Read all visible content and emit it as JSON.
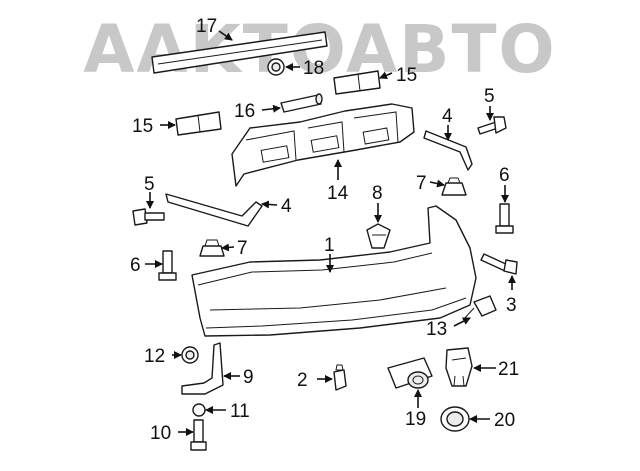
{
  "watermark": {
    "text": "AAKTOABTO",
    "color": "#c8c8c8"
  },
  "callouts": [
    {
      "id": "c17",
      "label": "17"
    },
    {
      "id": "c18",
      "label": "18"
    },
    {
      "id": "c15a",
      "label": "15"
    },
    {
      "id": "c16",
      "label": "16"
    },
    {
      "id": "c15b",
      "label": "15"
    },
    {
      "id": "c5a",
      "label": "5"
    },
    {
      "id": "c4a",
      "label": "4"
    },
    {
      "id": "c14",
      "label": "14"
    },
    {
      "id": "c5b",
      "label": "5"
    },
    {
      "id": "c4b",
      "label": "4"
    },
    {
      "id": "c8",
      "label": "8"
    },
    {
      "id": "c7a",
      "label": "7"
    },
    {
      "id": "c6a",
      "label": "6"
    },
    {
      "id": "c7b",
      "label": "7"
    },
    {
      "id": "c1",
      "label": "1"
    },
    {
      "id": "c6b",
      "label": "6"
    },
    {
      "id": "c3",
      "label": "3"
    },
    {
      "id": "c13",
      "label": "13"
    },
    {
      "id": "c12",
      "label": "12"
    },
    {
      "id": "c9",
      "label": "9"
    },
    {
      "id": "c2",
      "label": "2"
    },
    {
      "id": "c21",
      "label": "21"
    },
    {
      "id": "c11",
      "label": "11"
    },
    {
      "id": "c10",
      "label": "10"
    },
    {
      "id": "c19",
      "label": "19"
    },
    {
      "id": "c20",
      "label": "20"
    }
  ]
}
